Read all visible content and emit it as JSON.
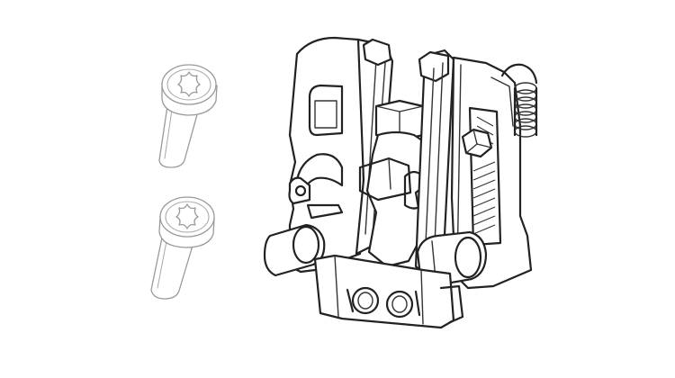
{
  "figure": {
    "background": "#ffffff",
    "ink_color": "#222222",
    "light_ink_color": "#9a9a9a",
    "parts": [
      {
        "name": "torx-screw",
        "count": 2
      },
      {
        "name": "latch-mechanism-assembly",
        "count": 1
      }
    ]
  }
}
